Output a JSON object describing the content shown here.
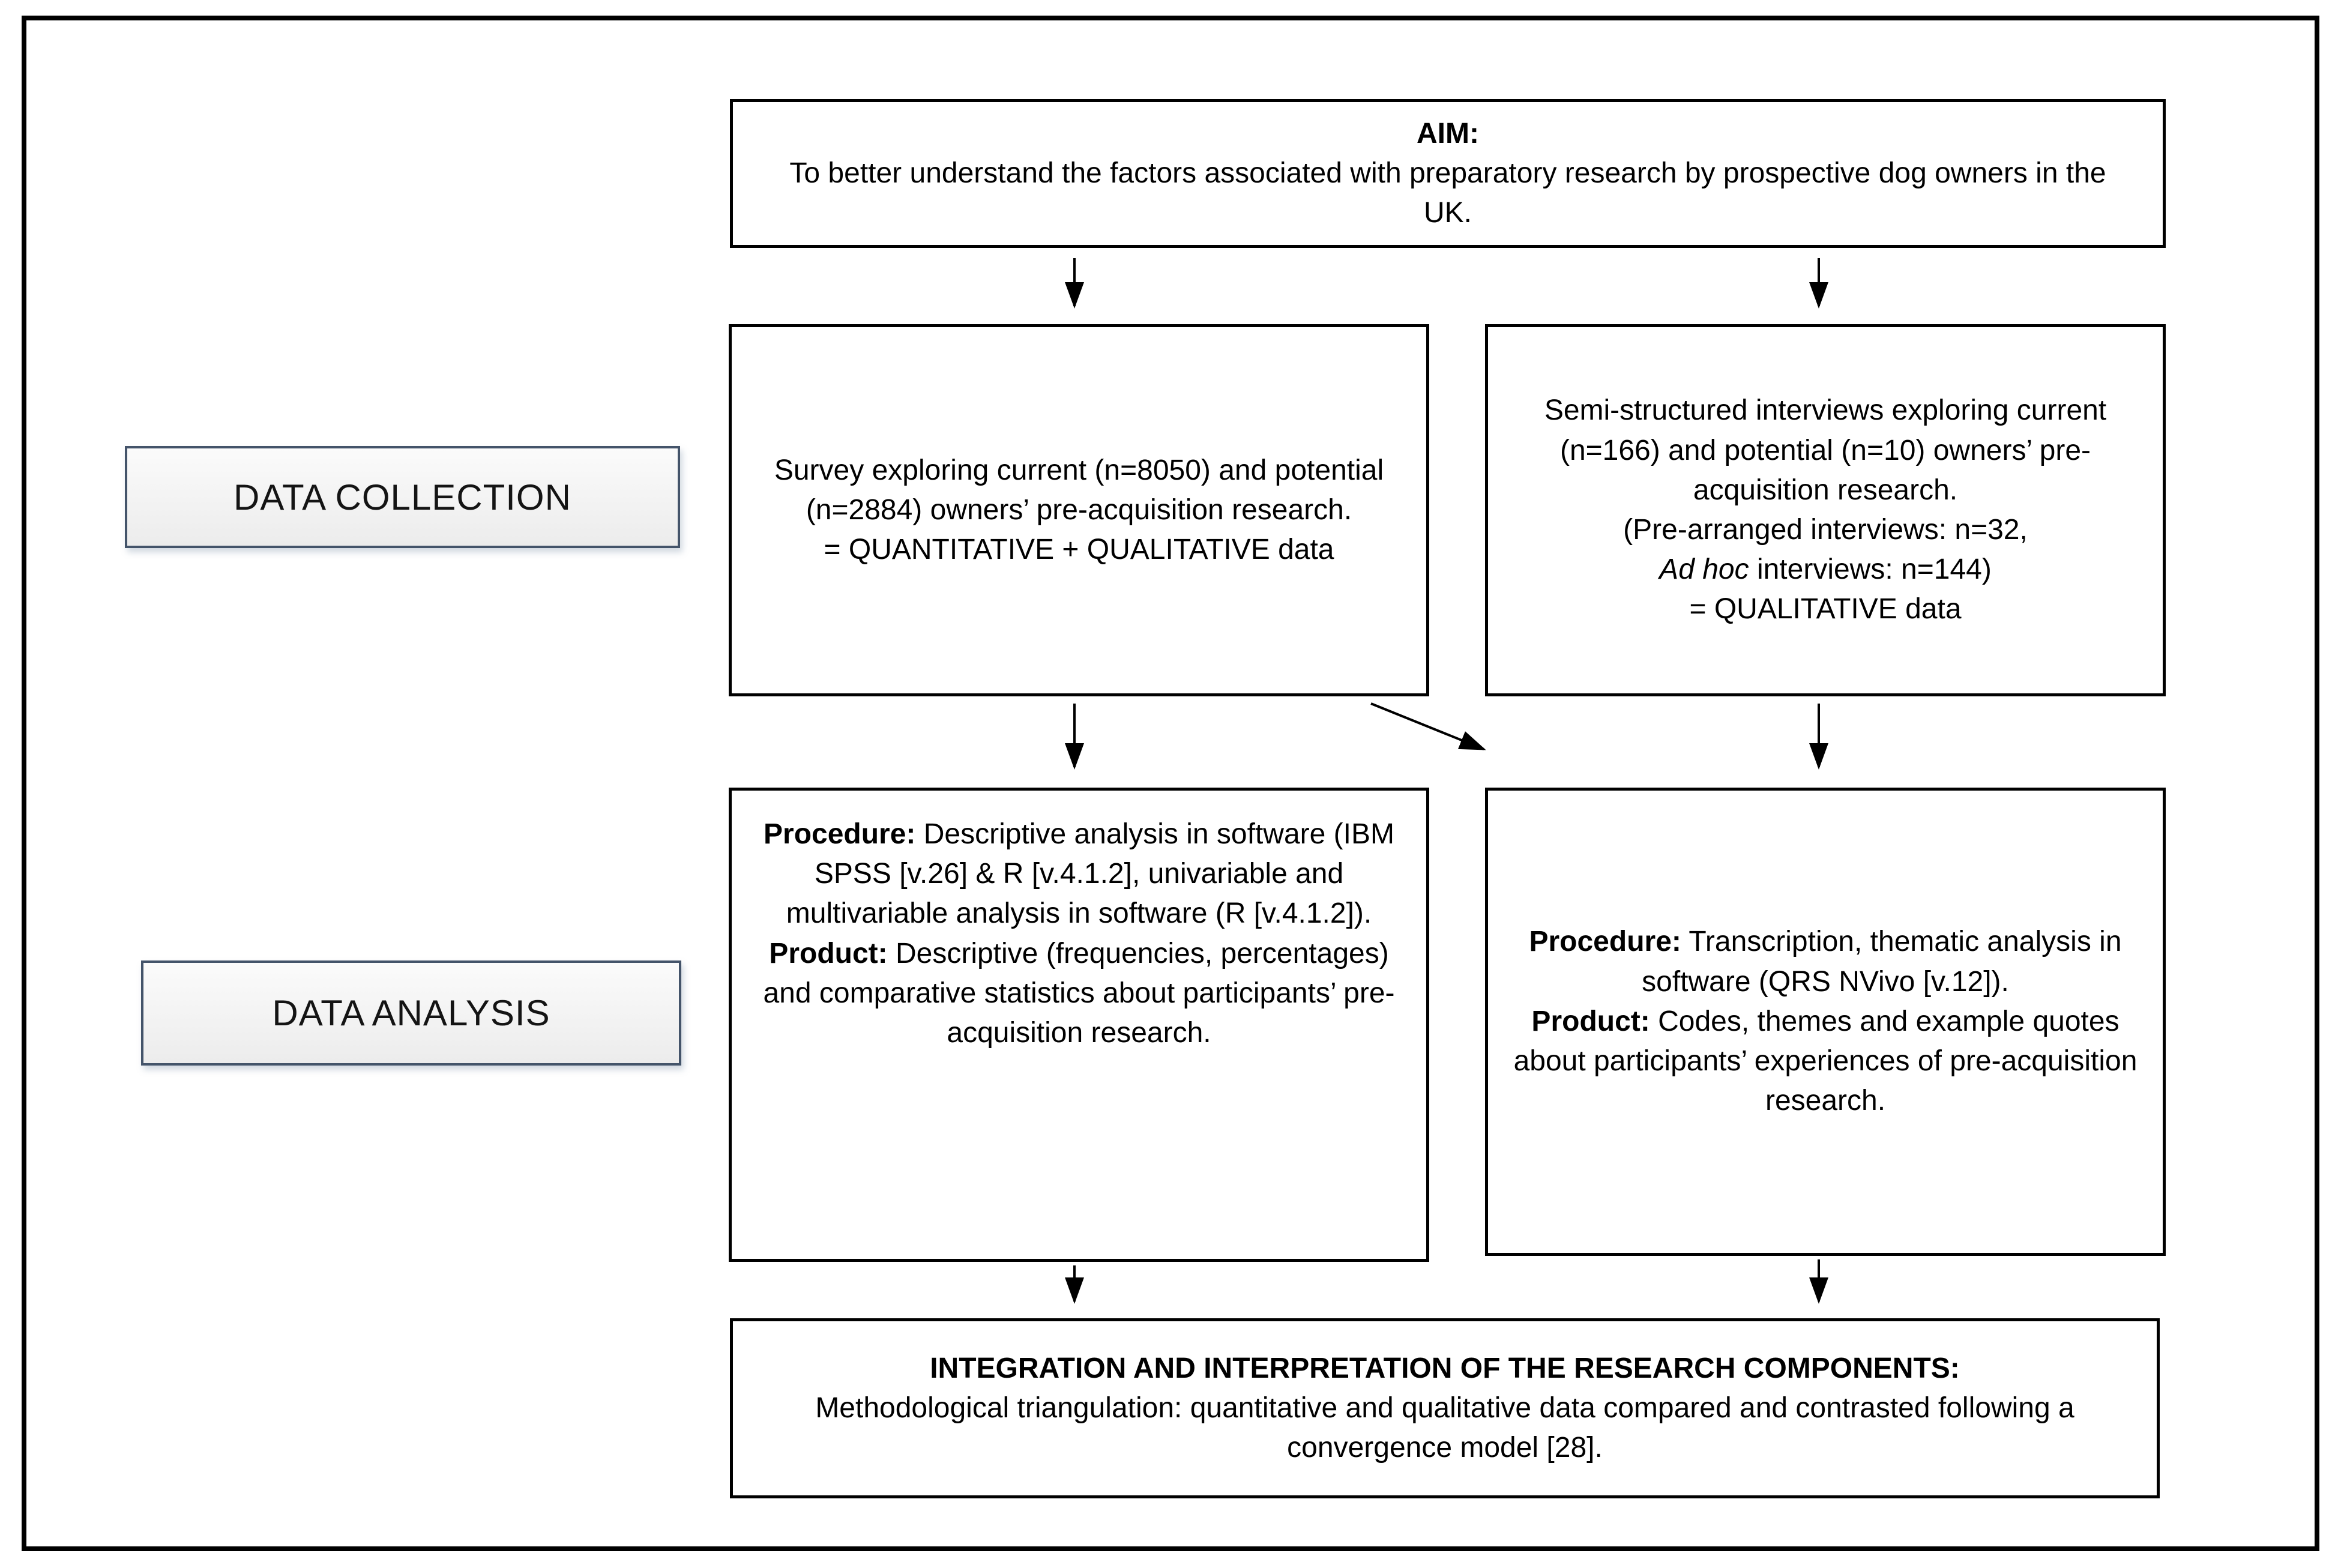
{
  "figure": {
    "aim": {
      "title": "AIM:",
      "body": "To better understand the factors associated with preparatory research by prospective dog owners in the UK."
    },
    "stage_labels": {
      "collection": "DATA COLLECTION",
      "analysis": "DATA ANALYSIS"
    },
    "survey_box": {
      "body": "Survey exploring current (n=8050) and potential (n=2884) owners’ pre-acquisition research.",
      "data_type": "= QUANTITATIVE + QUALITATIVE data"
    },
    "interview_box": {
      "body": "Semi-structured interviews exploring current (n=166) and potential (n=10) owners’ pre-acquisition research.",
      "detail_line1": "(Pre-arranged interviews: n=32,",
      "detail_italic": "Ad hoc",
      "detail_line2_rest": " interviews: n=144)",
      "data_type": "= QUALITATIVE data"
    },
    "quant_analysis_box": {
      "procedure_label": "Procedure:",
      "procedure_text": "Descriptive analysis in software (IBM SPSS [v.26] & R [v.4.1.2], univariable and multivariable analysis in software (R [v.4.1.2]).",
      "product_label": "Product:",
      "product_text": "Descriptive (frequencies, percentages) and comparative statistics about participants’ pre-acquisition research."
    },
    "qual_analysis_box": {
      "procedure_label": "Procedure:",
      "procedure_text": "Transcription, thematic analysis in software (QRS NVivo [v.12]).",
      "product_label": "Product:",
      "product_text": "Codes, themes and example quotes about participants’ experiences of pre-acquisition research."
    },
    "integration_box": {
      "title": "INTEGRATION AND INTERPRETATION OF THE RESEARCH COMPONENTS:",
      "body": "Methodological triangulation: quantitative and qualitative data compared and contrasted following a convergence model [28]."
    },
    "colors": {
      "box_border": "#000000",
      "label_border": "#44546a",
      "label_fill": "#f2f2f2",
      "arrow": "#000000"
    }
  }
}
